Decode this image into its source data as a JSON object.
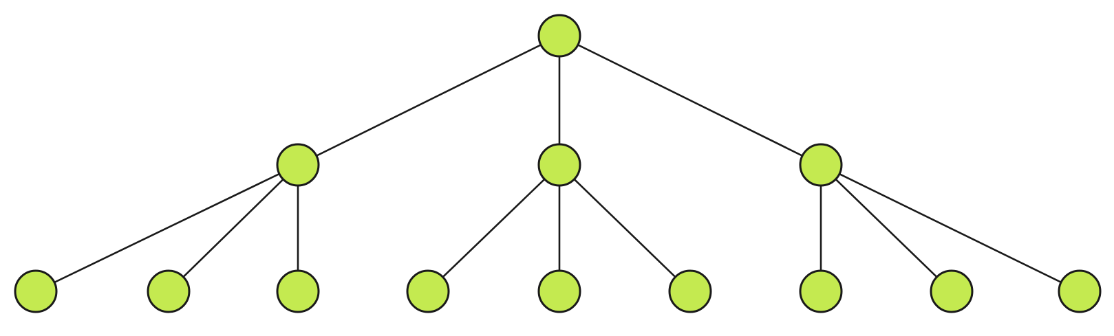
{
  "tree": {
    "node_fill": "#c4ea50",
    "edge_color": "#1a1a1a",
    "levels": 3,
    "branching_factor": 3,
    "nodes": [
      {
        "id": "root"
      },
      {
        "id": "child-1",
        "parent": "root"
      },
      {
        "id": "child-2",
        "parent": "root"
      },
      {
        "id": "child-3",
        "parent": "root"
      },
      {
        "id": "leaf-1-1",
        "parent": "child-1"
      },
      {
        "id": "leaf-1-2",
        "parent": "child-1"
      },
      {
        "id": "leaf-1-3",
        "parent": "child-1"
      },
      {
        "id": "leaf-2-1",
        "parent": "child-2"
      },
      {
        "id": "leaf-2-2",
        "parent": "child-2"
      },
      {
        "id": "leaf-2-3",
        "parent": "child-2"
      },
      {
        "id": "leaf-3-1",
        "parent": "child-3"
      },
      {
        "id": "leaf-3-2",
        "parent": "child-3"
      },
      {
        "id": "leaf-3-3",
        "parent": "child-3"
      }
    ]
  }
}
